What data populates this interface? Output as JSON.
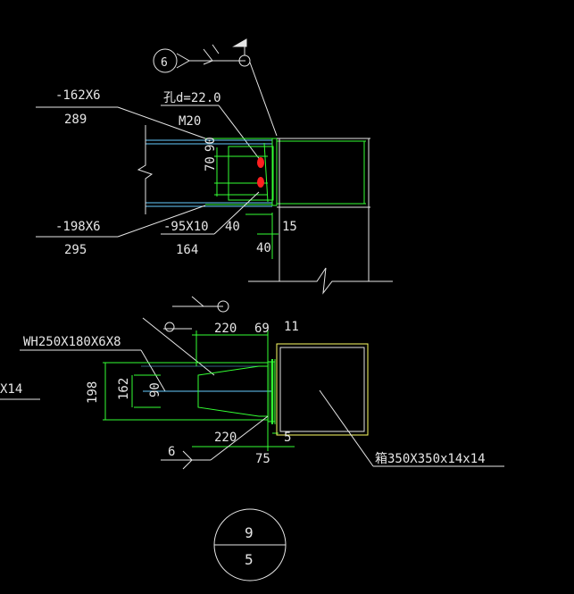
{
  "colors": {
    "background": "#000000",
    "line_white": "#e6e6e6",
    "line_green": "#33ff33",
    "line_yellow": "#ffff66",
    "line_cyan": "#66ccff",
    "bolt_red": "#ff2020"
  },
  "elevation": {
    "callout_number": "6",
    "plate_top": "-162X6",
    "plate_top_len": "289",
    "plate_bottom": "-198X6",
    "plate_bottom_len": "295",
    "hole": "孔d=22.0",
    "bolt": "M20",
    "bolt_dim_1": "70",
    "bolt_dim_2": "90",
    "stiffener": "-95X10",
    "stiffener_len": "164",
    "gap_40a": "40",
    "gap_40b": "40",
    "gap_15": "15"
  },
  "plan": {
    "beam": "WH250X180X6X8",
    "left_cut": "X14",
    "dim_220_top": "220",
    "dim_69": "69",
    "dim_11": "11",
    "dim_198": "198",
    "dim_162": "162",
    "dim_90": "90",
    "dim_220_bottom": "220",
    "dim_75": "75",
    "dim_5": "5",
    "weld_6": "6",
    "column": "箱350X350x14x14"
  },
  "detail_marker": {
    "top": "9",
    "bottom": "5"
  }
}
